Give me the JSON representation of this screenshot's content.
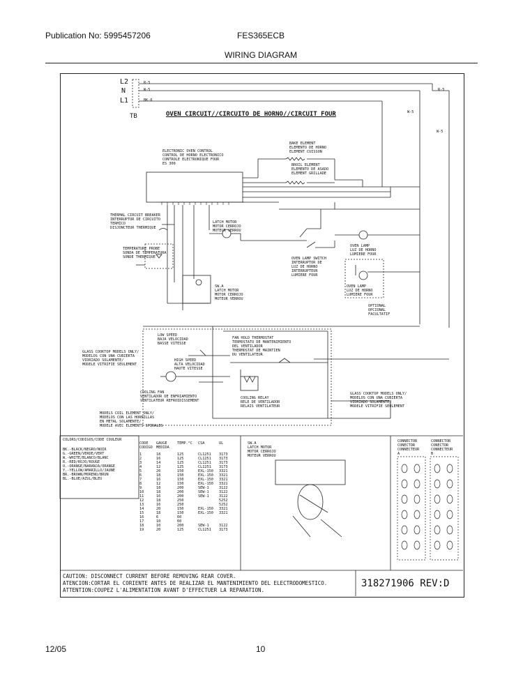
{
  "header": {
    "publication": "Publication No: 5995457206",
    "model": "FES365ECB",
    "title": "WIRING DIAGRAM"
  },
  "footer": {
    "date": "12/05",
    "page": "10"
  },
  "terminal_block": {
    "l2": "L2",
    "n": "N",
    "l1": "L1",
    "tb": "TB"
  },
  "oven_title": "OVEN CIRCUIT//CIRCUITO DE HORNO//CIRCUIT FOUR",
  "labels": {
    "eoc": "ELECTRONIC OVEN CONTROL\nCONTROL DE HORNO ELECTRONICO\nCONTROLE ELECTRONIQUE FOUR\nES 300",
    "bake": "BAKE ELEMENT\nELEMENTO DE HORNO\nELEMENT CUISSON",
    "broil": "BROIL ELEMENT\nELEMENTO DE ASADO\nELEMENT GRILLADE",
    "tcb": "THERMAL CIRCUIT BREAKER\nINTERRUPTOR DE CIRCUITO\nTERMICO\nDISJONCTEUR THERMIQUE",
    "probe": "TEMPERATURE PROBE\nSONDA DE TEMPERATURA\nSONDE THERMIQUE",
    "latch1": "LATCH MOTOR\nMOTOR CERROJO\nMOTEUR VERROU",
    "lampsw": "OVEN LAMP SWITCH\nINTERRUPTOR DE\nLUZ DE HORNO\nINTERRUPTEUR\nLUMIERE FOUR",
    "lamp1": "OVEN LAMP\nLUZ DE HORNO\nLUMIERE FOUR",
    "lamp2": "OVEN LAMP\nLUZ DE HORNO\nLUMIERE FOUR",
    "optional": "OPTIONAL\nOPCIONAL\nFACULTATIF",
    "swa": "SW.A\nLATCH MOTOR\nMOTOR CERROJO\nMOTEUR VERROU",
    "lowspeed": "LOW SPEED\nBAJA VELOCIDAD\nBASSE VITESSE",
    "highspeed": "HIGH SPEED\nALTA VELOCIDAD\nHAUTE VITESSE",
    "fanhold": "FAN HOLD THERMOSTAT\nTERMOSTATO DE MANTENIMIENTO\nDEL VENTILADOR\nTHERMOSTAT DE MAINTIEN\nDU VENTILATEUR",
    "glass1": "GLASS COOKTOP MODELS ONLY/\nMODELOS CON UNA CUBIERTA\nVIDRIADO SOLAMENTE/\nMODELE VITRIFIE SEULEMENT",
    "glass2": "GLASS COOKTOP MODELS ONLY/\nMODELOS CON UNA CUBIERTA\nVIDRIADO SOLAMENTE/\nMODELE VITRIFIE SEULEMENT",
    "coolfan": "COOLING FAN\nVENTILADOR DE ENFRIAMIENTO\nVENTILATEUR REFROIDISSEMENT",
    "relay": "COOLING RELAY\nRELE DE VENTILADOR\nRELAIS VENTILATEUR",
    "coil": "MODELS COIL ELEMENT ONLY/\nMODELOS CON LAS HORNILLAS\nEN METAL SOLAMENTE/\nMODELE AVEC ELEMENTS SPIRALES",
    "swa2": "SW.A\nLATCH MOTOR\nMOTOR CERROJO\nMOTEUR VERROU",
    "conn_a": "CONNECTOR\nCONECTOR\nCONNECTEUR\nA",
    "conn_b": "CONNECTOR\nCONECTOR\nCONNECTEUR\nB"
  },
  "colors_table": {
    "title": "COLORS/CODIGOS/CODE COULEUR",
    "rows": [
      "BK.-BLACK/NEGRO/NOIR",
      "G.-GREEN/VERDE/VERT",
      "W.-WHITE/BLANCO/BLANC",
      "R.-RED/ROJO/ROUGE",
      "O.-ORANGE/NARANJA/ORANGE",
      "Y.-YELLOW/AMARILLO/JAUNE",
      "BR.-BROWN/MORENO/BRUN",
      "BL.-BLUE/AZUL/BLEU"
    ]
  },
  "gauge_table": {
    "headers": [
      "CODE\nCODIGO",
      "GAUGE\nMEDIDA",
      "TEMP.°C",
      "CSA",
      "UL"
    ],
    "rows": [
      [
        "1",
        "18",
        "125",
        "CL1251",
        "3173"
      ],
      [
        "2",
        "16",
        "125",
        "CL1251",
        "3173"
      ],
      [
        "3",
        "14",
        "125",
        "CL1251",
        "3173"
      ],
      [
        "4",
        "12",
        "125",
        "CL1251",
        "3173"
      ],
      [
        "5",
        "20",
        "150",
        "EXL-150",
        "3321"
      ],
      [
        "6",
        "18",
        "150",
        "EXL-150",
        "3321"
      ],
      [
        "7",
        "16",
        "150",
        "EXL-150",
        "3321"
      ],
      [
        "8",
        "12",
        "150",
        "EXL-150",
        "3321"
      ],
      [
        "9",
        "18",
        "200",
        "SEW-1",
        "3122"
      ],
      [
        "10",
        "18",
        "200",
        "SEW-1",
        "3122"
      ],
      [
        "11",
        "16",
        "200",
        "SEW-1",
        "3122"
      ],
      [
        "12",
        "18",
        "250",
        "",
        "5252"
      ],
      [
        "13",
        "16",
        "250",
        "",
        "5252"
      ],
      [
        "14",
        "20",
        "150",
        "EXL-150",
        "3321"
      ],
      [
        "15",
        "18",
        "150",
        "EXL-150",
        "3321"
      ],
      [
        "16",
        "6",
        "60",
        "",
        ""
      ],
      [
        "17",
        "10",
        "60",
        "",
        ""
      ],
      [
        "18",
        "10",
        "200",
        "SEW-1",
        "3122"
      ],
      [
        "19",
        "20",
        "125",
        "CL1251",
        "3173"
      ]
    ]
  },
  "caution": {
    "line1": "CAUTION: DISCONNECT CURRENT BEFORE REMOVING REAR COVER.",
    "line2": "ATENCION:CORTAR EL CORIENTE ANTES DE REALIZAR EL MANTENIMIENTO DEL ELECTRODOMESTICO.",
    "line3": "ATTENTION:COUPEZ L'ALIMENTATION AVANT D'EFFECTUER LA REPARATION."
  },
  "part_number": "318271906 REV:D"
}
